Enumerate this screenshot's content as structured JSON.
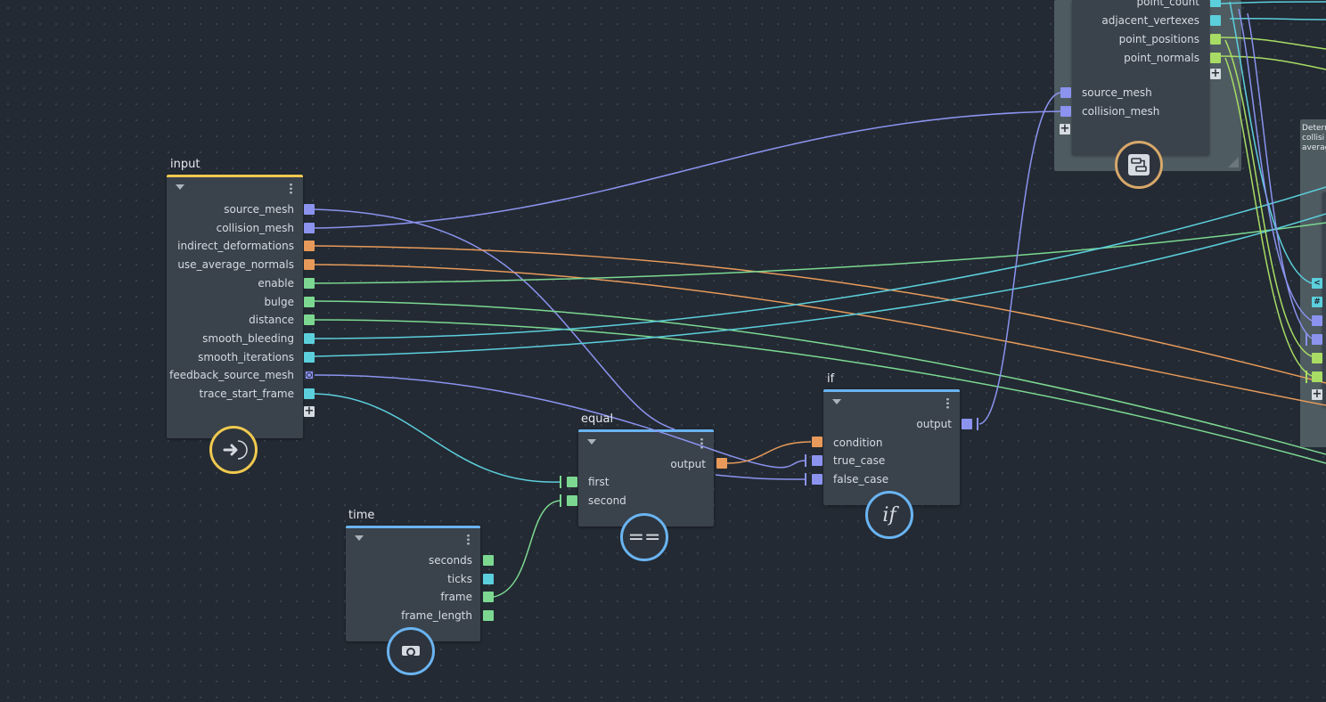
{
  "colors": {
    "background": "#232a33",
    "node_body": "#3a424c",
    "input_accent": "#f0c94f",
    "node_accent": "#6ab4f2",
    "mesh_port": "#8b93ef",
    "bool_port": "#e89a5a",
    "float_port": "#7cd891",
    "int_port": "#5ccfdc",
    "vector_port": "#a8dc64"
  },
  "nodes": {
    "input": {
      "title": "input",
      "ports": [
        {
          "label": "source_mesh",
          "type": "mesh"
        },
        {
          "label": "collision_mesh",
          "type": "mesh"
        },
        {
          "label": "indirect_deformations",
          "type": "bool"
        },
        {
          "label": "use_average_normals",
          "type": "bool"
        },
        {
          "label": "enable",
          "type": "float"
        },
        {
          "label": "bulge",
          "type": "float"
        },
        {
          "label": "distance",
          "type": "float"
        },
        {
          "label": "smooth_bleeding",
          "type": "int"
        },
        {
          "label": "smooth_iterations",
          "type": "int"
        },
        {
          "label": "feedback_source_mesh",
          "type": "feedback"
        },
        {
          "label": "trace_start_frame",
          "type": "int"
        }
      ],
      "badge_icon": "arrow-in-icon"
    },
    "time": {
      "title": "time",
      "ports": [
        {
          "label": "seconds",
          "type": "float"
        },
        {
          "label": "ticks",
          "type": "int"
        },
        {
          "label": "frame",
          "type": "float"
        },
        {
          "label": "frame_length",
          "type": "float"
        }
      ],
      "badge_icon": "camera-icon"
    },
    "equal": {
      "title": "equal",
      "output_label": "output",
      "inputs": [
        "first",
        "second"
      ],
      "badge_text": "=="
    },
    "if": {
      "title": "if",
      "output_label": "output",
      "inputs": [
        "condition",
        "true_case",
        "false_case"
      ],
      "badge_text": "if"
    },
    "top_right": {
      "outputs": [
        "point_count",
        "adjacent_vertexes",
        "point_positions",
        "point_normals"
      ],
      "inputs": [
        "source_mesh",
        "collision_mesh"
      ],
      "badge_icon": "compound-icon"
    },
    "far_right": {
      "comment_lines": [
        "Deterr",
        "collisi",
        "averag"
      ]
    }
  }
}
